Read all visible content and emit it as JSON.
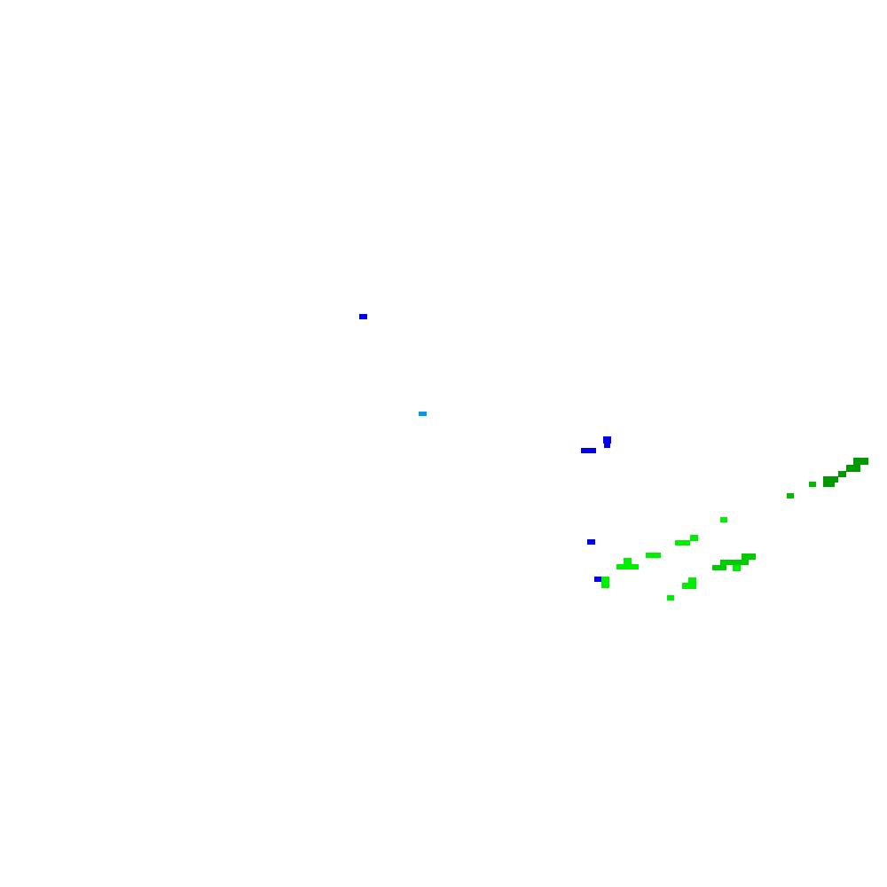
{
  "image": {
    "background": "#ffffff"
  },
  "palette": {
    "blue": "#0000ee",
    "light_blue": "#0099ee",
    "green_bright": "#00ee00",
    "green_mid": "#00cc00",
    "green_medium": "#00bb00",
    "green_dark": "#009900",
    "green_darker": "#008800"
  },
  "blobs": [
    {
      "name": "blue-blob-1",
      "color": "blue"
    },
    {
      "name": "light-blue-blob",
      "color": "light_blue"
    },
    {
      "name": "blue-blob-2",
      "color": "blue"
    },
    {
      "name": "blue-blob-3",
      "color": "blue"
    },
    {
      "name": "blue-blob-4",
      "color": "blue"
    },
    {
      "name": "blue-blob-5",
      "color": "blue"
    },
    {
      "name": "dark-green-cluster",
      "color": "green_dark"
    },
    {
      "name": "green-blob-1",
      "color": "green_medium"
    },
    {
      "name": "green-blob-2",
      "color": "green_medium"
    },
    {
      "name": "bright-green-blob-1",
      "color": "green_bright"
    },
    {
      "name": "bright-green-blob-2",
      "color": "green_bright"
    },
    {
      "name": "bright-green-blob-3",
      "color": "green_bright"
    },
    {
      "name": "bright-green-blob-4",
      "color": "green_bright"
    },
    {
      "name": "bright-green-blob-5",
      "color": "green_bright"
    },
    {
      "name": "bright-green-blob-6",
      "color": "green_bright"
    },
    {
      "name": "bright-green-blob-7",
      "color": "green_bright"
    },
    {
      "name": "bright-green-blob-8",
      "color": "green_bright"
    },
    {
      "name": "mid-green-blob-1",
      "color": "green_mid"
    },
    {
      "name": "mid-green-blob-2",
      "color": "green_mid"
    },
    {
      "name": "bright-green-blob-9",
      "color": "green_bright"
    },
    {
      "name": "bright-green-blob-10",
      "color": "green_bright"
    }
  ]
}
